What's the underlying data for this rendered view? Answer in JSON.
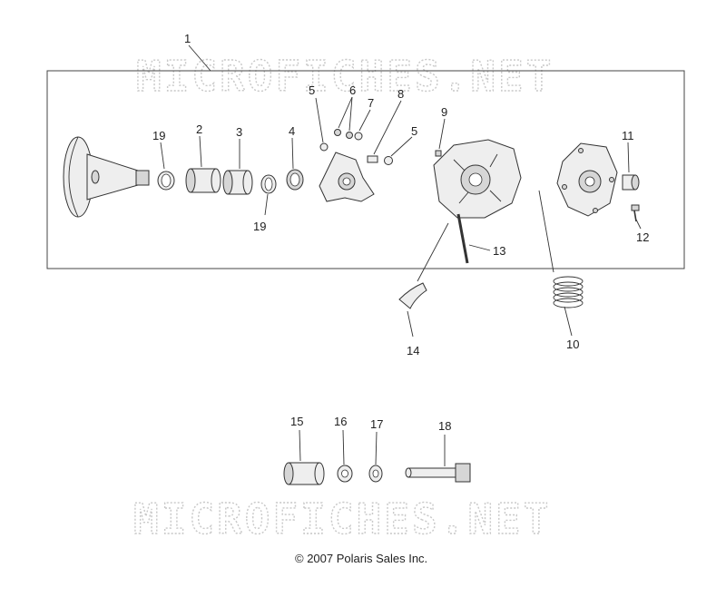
{
  "watermarks": {
    "top": "MICROFICHES.NET",
    "bottom": "MICROFICHES.NET"
  },
  "copyright": "© 2007 Polaris Sales Inc.",
  "callouts": {
    "c1": "1",
    "c2": "2",
    "c3": "3",
    "c4": "4",
    "c5a": "5",
    "c5b": "5",
    "c6": "6",
    "c7": "7",
    "c8": "8",
    "c9": "9",
    "c10": "10",
    "c11": "11",
    "c12": "12",
    "c13": "13",
    "c14": "14",
    "c15": "15",
    "c16": "16",
    "c17": "17",
    "c18": "18",
    "c19a": "19",
    "c19b": "19"
  }
}
